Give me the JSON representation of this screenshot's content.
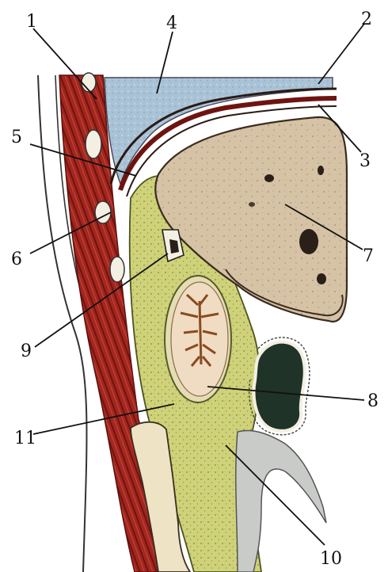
{
  "figure": {
    "labels": [
      {
        "id": "1",
        "text": "1"
      },
      {
        "id": "2",
        "text": "2"
      },
      {
        "id": "3",
        "text": "3"
      },
      {
        "id": "4",
        "text": "4"
      },
      {
        "id": "5",
        "text": "5"
      },
      {
        "id": "6",
        "text": "6"
      },
      {
        "id": "7",
        "text": "7"
      },
      {
        "id": "8",
        "text": "8"
      },
      {
        "id": "9",
        "text": "9"
      },
      {
        "id": "10",
        "text": "10"
      },
      {
        "id": "11",
        "text": "11"
      }
    ]
  },
  "colors": {
    "muscle": "#a3261f",
    "muscle_dark": "#6e1410",
    "fat": "#cfd27a",
    "fat_dot": "#7f8a2a",
    "blue_space": "#a9c2d6",
    "bone": "#d6c3a5",
    "bone_dark": "#2b2018",
    "root": "#f0dcc2",
    "root_center": "#8a4a22",
    "dark_mass": "#1f3328",
    "gray_tissue": "#c9cbc8",
    "membrane": "#2a1a14"
  }
}
